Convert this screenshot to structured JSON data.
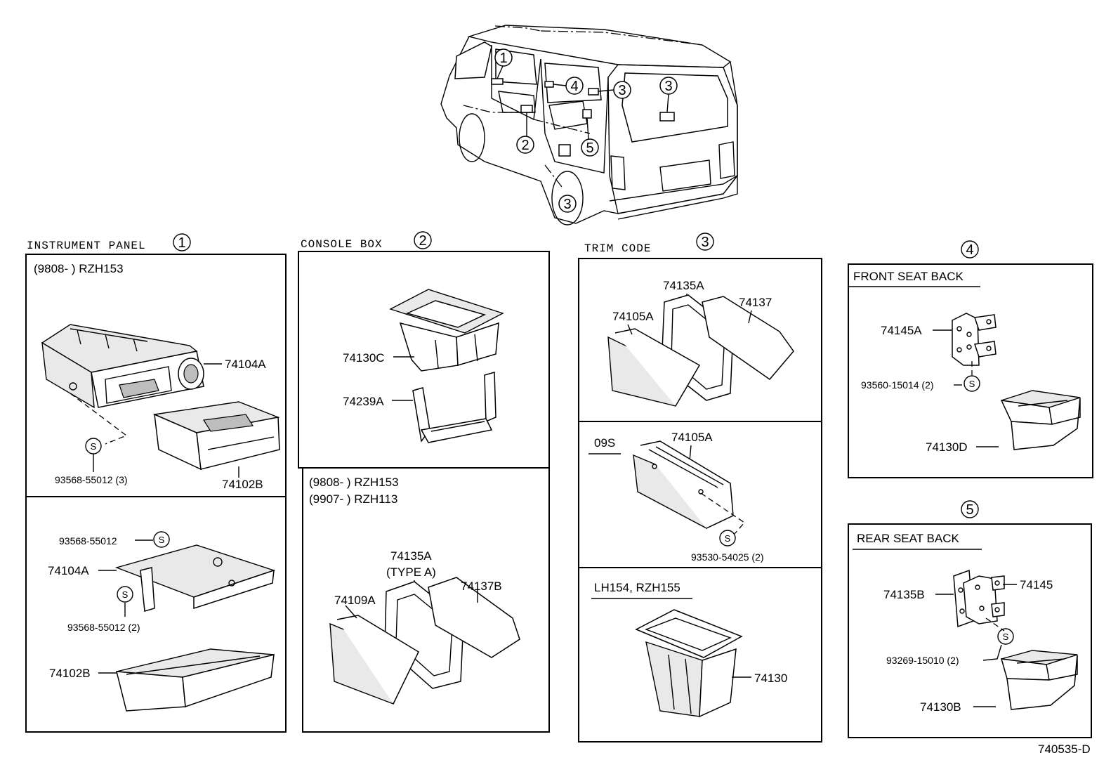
{
  "diagram_id": "740535-D",
  "circled_numbers": [
    "1",
    "2",
    "3",
    "4",
    "5"
  ],
  "sections": {
    "instrument_panel": {
      "title": "INSTRUMENT PANEL",
      "upper": {
        "range": "(9808-      ) RZH153",
        "labels": [
          "74104A",
          "74102B",
          "93568-55012 (3)"
        ]
      },
      "lower": {
        "labels": [
          "93568-55012",
          "74104A",
          "93568-55012 (2)",
          "74102B"
        ]
      }
    },
    "console_box": {
      "title": "CONSOLE BOX",
      "upper": {
        "labels": [
          "74130C",
          "74239A"
        ]
      },
      "lower": {
        "range1": "(9808-      ) RZH153",
        "range2": "(9907-      ) RZH113",
        "labels": [
          "74135A",
          "(TYPE A)",
          "74109A",
          "74137B"
        ]
      }
    },
    "trim_code": {
      "title": "TRIM CODE",
      "upper": {
        "labels": [
          "74135A",
          "74137",
          "74105A"
        ]
      },
      "middle": {
        "code": "09S",
        "labels": [
          "74105A",
          "93530-54025 (2)"
        ]
      },
      "lower": {
        "models": "LH154, RZH155",
        "labels": [
          "74130"
        ]
      }
    },
    "front_seat_back": {
      "title": "FRONT SEAT BACK",
      "labels": [
        "74145A",
        "93560-15014 (2)",
        "74130D"
      ]
    },
    "rear_seat_back": {
      "title": "REAR SEAT BACK",
      "labels": [
        "74135B",
        "74145",
        "93269-15010 (2)",
        "74130B"
      ]
    }
  },
  "symbols": {
    "clip": "S"
  }
}
